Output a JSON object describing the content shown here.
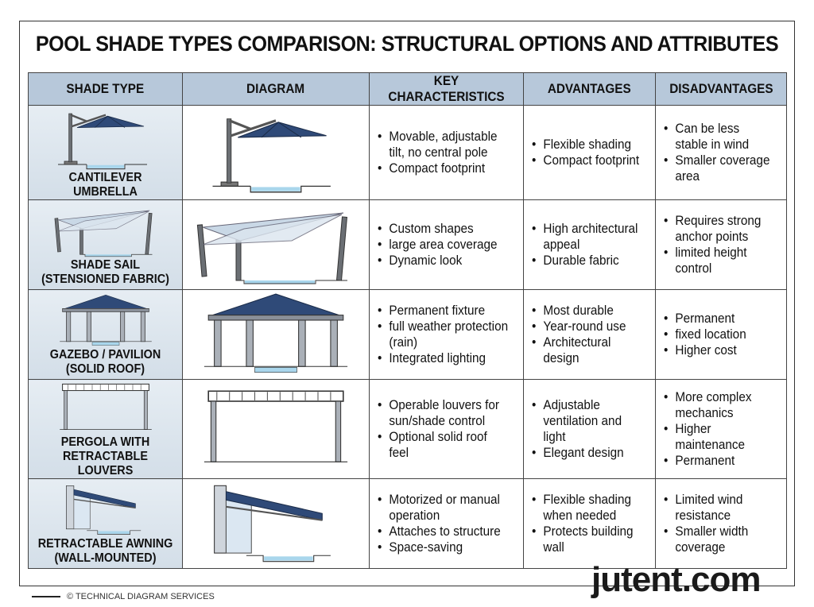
{
  "title": "POOL SHADE TYPES COMPARISON: STRUCTURAL OPTIONS AND ATTRIBUTES",
  "headers": [
    "SHADE TYPE",
    "DIAGRAM",
    "KEY CHARACTERISTICS",
    "ADVANTAGES",
    "DISADVANTAGES"
  ],
  "rows": [
    {
      "name": "CANTILEVER UMBRELLA",
      "name2": "",
      "icon": "cantilever-umbrella-icon",
      "characteristics": [
        "Movable, adjustable tilt, no central pole",
        "Compact footprint"
      ],
      "advantages": [
        "Flexible shading",
        "Compact footprint"
      ],
      "disadvantages": [
        "Can be less stable in wind",
        "Smaller coverage area"
      ]
    },
    {
      "name": "SHADE SAIL",
      "name2": "(STENSIONED FABRIC)",
      "icon": "shade-sail-icon",
      "characteristics": [
        "Custom shapes",
        "large area coverage",
        "Dynamic look"
      ],
      "advantages": [
        "High architectural appeal",
        "Durable fabric"
      ],
      "disadvantages": [
        "Requires strong anchor points",
        "limited height control"
      ]
    },
    {
      "name": "GAZEBO / PAVILION",
      "name2": "(SOLID ROOF)",
      "icon": "gazebo-icon",
      "characteristics": [
        "Permanent fixture",
        "full weather protection (rain)",
        "Integrated lighting"
      ],
      "advantages": [
        "Most durable",
        "Year-round use",
        "Architectural design"
      ],
      "disadvantages": [
        "Permanent",
        "fixed location",
        "Higher cost"
      ]
    },
    {
      "name": "PERGOLA WITH",
      "name2": "RETRACTABLE LOUVERS",
      "icon": "pergola-icon",
      "characteristics": [
        "Operable louvers for sun/shade control",
        "Optional solid roof feel"
      ],
      "advantages": [
        "Adjustable ventilation and light",
        "Elegant design"
      ],
      "disadvantages": [
        "More complex mechanics",
        "Higher maintenance",
        "Permanent"
      ]
    },
    {
      "name": "RETRACTABLE AWNING",
      "name2": "(WALL-MOUNTED)",
      "icon": "awning-icon",
      "characteristics": [
        "Motorized or manual operation",
        "Attaches to structure",
        "Space-saving"
      ],
      "advantages": [
        "Flexible shading when needed",
        "Protects building wall"
      ],
      "disadvantages": [
        "Limited wind resistance",
        "Smaller width coverage"
      ]
    }
  ],
  "footer": "© TECHNICAL DIAGRAM SERVICES",
  "watermark": "jutent.com",
  "colors": {
    "header_bg": "#b7c8da",
    "canopy": "#2f4a78",
    "pool": "#a9d6ec",
    "post": "#6b6f74"
  }
}
